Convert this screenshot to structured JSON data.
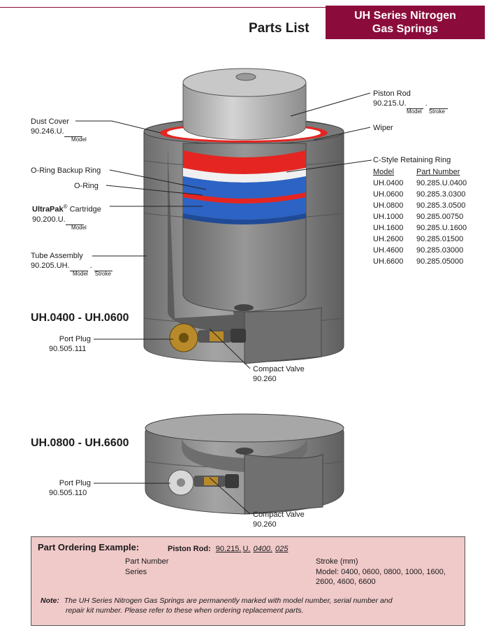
{
  "header": {
    "title": "Parts List",
    "series_line1": "UH Series Nitrogen",
    "series_line2": "Gas Springs"
  },
  "labels": {
    "piston_rod": {
      "name": "Piston Rod",
      "code": "90.215.U.",
      "model": "Model",
      "stroke": "Stroke"
    },
    "wiper": {
      "name": "Wiper"
    },
    "dust_cover": {
      "name": "Dust Cover",
      "code": "90.246.U.",
      "model": "Model"
    },
    "oring_backup": {
      "name": "O-Ring Backup Ring"
    },
    "oring": {
      "name": "O-Ring"
    },
    "cartridge": {
      "brand": "UltraPak",
      "reg": "®",
      "name": " Cartridge",
      "code": "90.200.U.",
      "model": "Model"
    },
    "tube_assembly": {
      "name": "Tube Assembly",
      "code": "90.205.UH.",
      "model": "Model",
      "stroke": "Stroke"
    },
    "c_style": {
      "name": "C-Style Retaining Ring"
    }
  },
  "retaining_ring_table": {
    "headers": [
      "Model",
      "Part Number"
    ],
    "rows": [
      [
        "UH.0400",
        "90.285.U.0400"
      ],
      [
        "UH.0600",
        "90.285.3.0300"
      ],
      [
        "UH.0800",
        "90.285.3.0500"
      ],
      [
        "UH.1000",
        "90.285.00750"
      ],
      [
        "UH.1600",
        "90.285.U.1600"
      ],
      [
        "UH.2600",
        "90.285.01500"
      ],
      [
        "UH.4600",
        "90.285.03000"
      ],
      [
        "UH.6600",
        "90.285.05000"
      ]
    ]
  },
  "section_small": {
    "heading": "UH.0400 - UH.0600",
    "port_plug": "Port Plug",
    "port_plug_code": "90.505.111",
    "valve": "Compact Valve",
    "valve_code": "90.260"
  },
  "section_large": {
    "heading": "UH.0800 - UH.6600",
    "port_plug": "Port Plug",
    "port_plug_code": "90.505.110",
    "valve": "Compact Valve",
    "valve_code": "90.260"
  },
  "ordering": {
    "title": "Part Ordering Example:",
    "piston_label": "Piston Rod:",
    "code_a": "90.215.",
    "code_b": "U.",
    "code_c": "0400.",
    "code_d": "025",
    "part_number": "Part Number",
    "series": "Series",
    "stroke": "Stroke (mm)",
    "model_line1": "Model: 0400, 0600, 0800, 1000, 1600,",
    "model_line2": "2600, 4600, 6600",
    "note_label": "Note:",
    "note_line1": "The UH Series Nitrogen Gas Springs are permanently marked with model number, serial number and",
    "note_line2": "repair kit number.  Please refer to these when ordering replacement parts."
  },
  "colors": {
    "brand": "#8b0c3a",
    "order_bg": "#f0c9c9",
    "body_gray": "#8e8e8e",
    "seal_red": "#e52521",
    "seal_blue": "#2c63c4",
    "valve_gold": "#b88a2a"
  }
}
